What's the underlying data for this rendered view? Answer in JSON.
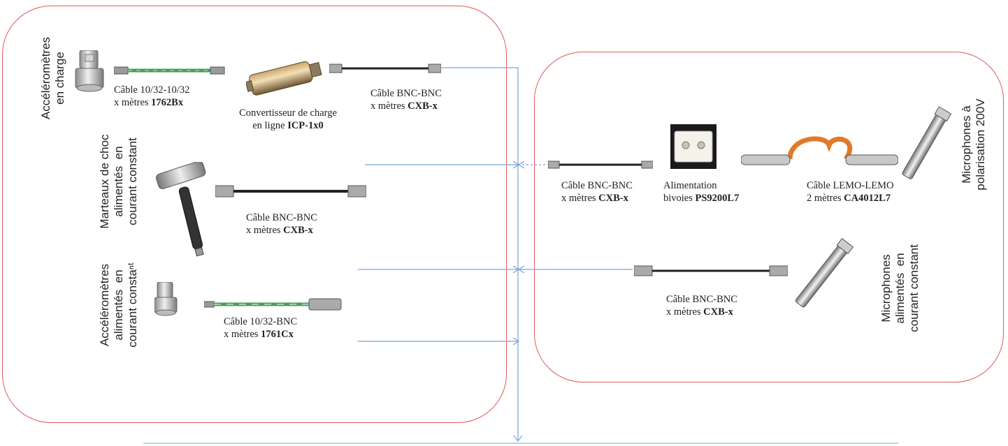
{
  "left_group": {
    "accel_charge": {
      "label": "Accéléromètres\nen charge"
    },
    "cable_1032": {
      "line1": "Câble 10/32-10/32",
      "line2": "x mètres ",
      "ref": "1762Bx"
    },
    "converter": {
      "line1": "Convertisseur de charge",
      "line2": "en ligne ",
      "ref": "ICP-1x0"
    },
    "cable_bnc_top": {
      "line1": "Câble BNC-BNC",
      "line2": "x mètres ",
      "ref": "CXB-x"
    },
    "hammer": {
      "label": "Marteaux de choc\nalimentés  en\ncourant constant"
    },
    "cable_bnc_mid": {
      "line1": "Câble BNC-BNC",
      "line2": "x mètres ",
      "ref": "CXB-x"
    },
    "accel_icp": {
      "label": "Accéléromètres\nalimentés  en\ncourant constaⁿᵗ"
    },
    "cable_1032_bnc": {
      "line1": "Câble 10/32-BNC",
      "line2": "x mètres ",
      "ref": "1761Cx"
    }
  },
  "right_group": {
    "cable_bnc_a": {
      "line1": "Câble BNC-BNC",
      "line2": "x mètres ",
      "ref": "CXB-x"
    },
    "power": {
      "line1": "Alimentation",
      "line2": "bivoies ",
      "ref": "PS9200L7"
    },
    "cable_lemo": {
      "line1": "Câble LEMO-LEMO",
      "line2": "2 mètres ",
      "ref": "CA4012L7"
    },
    "mic_pol": {
      "label": "Microphones à\npolarisation 200V"
    },
    "cable_bnc_b": {
      "line1": "Câble BNC-BNC",
      "line2": "x mètres ",
      "ref": "CXB-x"
    },
    "mic_icp": {
      "label": "Microphones\nalimentés  en\ncourant constant"
    }
  },
  "colors": {
    "box_border": "#e05a5a",
    "wire": "#7aa3d8",
    "bottom_line": "#8fd3cf"
  }
}
